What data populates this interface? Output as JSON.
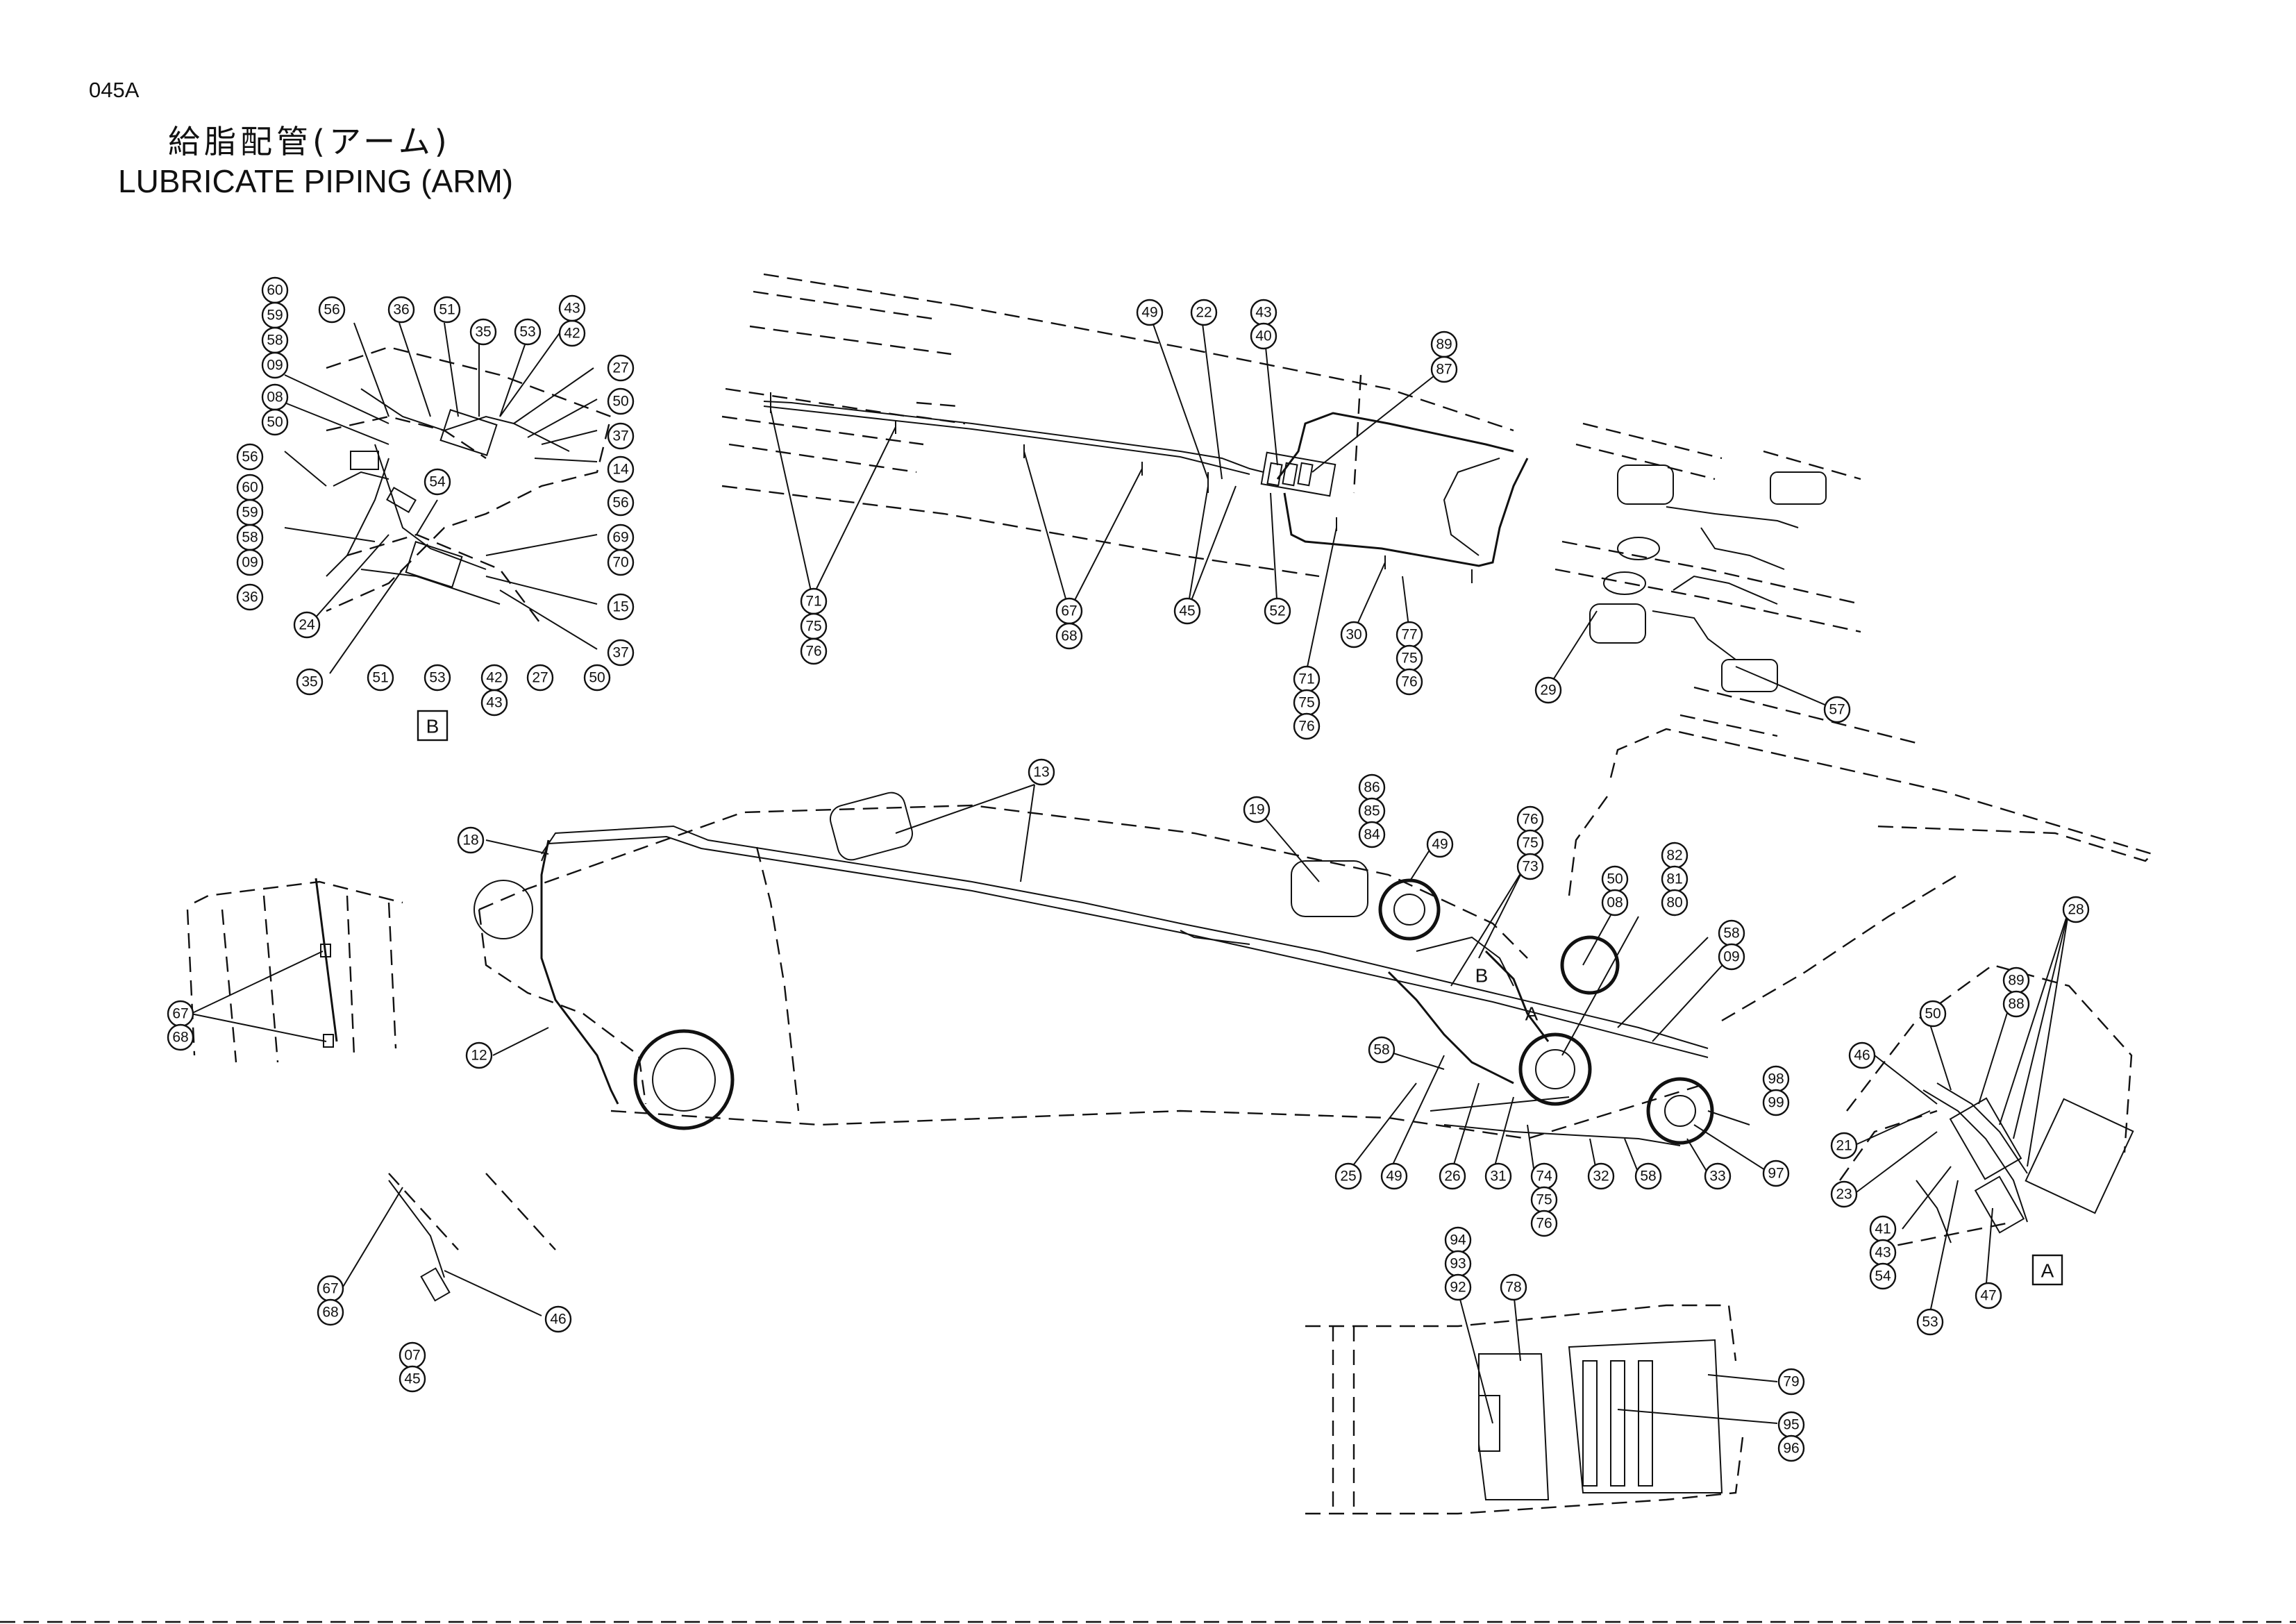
{
  "header": {
    "page_code": "045A",
    "title_jp": "給脂配管(アーム)",
    "title_en": "LUBRICATE  PIPING (ARM)"
  },
  "view_labels": [
    "A",
    "B",
    "A",
    "B"
  ],
  "callouts": [
    "60",
    "59",
    "58",
    "09",
    "08",
    "50",
    "56",
    "60",
    "59",
    "58",
    "09",
    "36",
    "24",
    "35",
    "51",
    "53",
    "42",
    "43",
    "27",
    "50",
    "37",
    "15",
    "70",
    "69",
    "56",
    "14",
    "37",
    "50",
    "27",
    "42",
    "43",
    "53",
    "35",
    "51",
    "36",
    "56",
    "54",
    "71",
    "75",
    "76",
    "67",
    "68",
    "45",
    "52",
    "49",
    "22",
    "43",
    "40",
    "89",
    "87",
    "30",
    "71",
    "75",
    "76",
    "77",
    "75",
    "76",
    "29",
    "57",
    "13",
    "18",
    "12",
    "19",
    "86",
    "85",
    "84",
    "49",
    "76",
    "75",
    "73",
    "50",
    "08",
    "82",
    "81",
    "80",
    "58",
    "09",
    "58",
    "98",
    "99",
    "97",
    "25",
    "49",
    "26",
    "31",
    "74",
    "75",
    "76",
    "32",
    "58",
    "33",
    "67",
    "68",
    "67",
    "68",
    "46",
    "07",
    "45",
    "94",
    "93",
    "92",
    "78",
    "79",
    "95",
    "96",
    "46",
    "50",
    "89",
    "88",
    "28",
    "21",
    "23",
    "41",
    "43",
    "54",
    "53",
    "47"
  ]
}
